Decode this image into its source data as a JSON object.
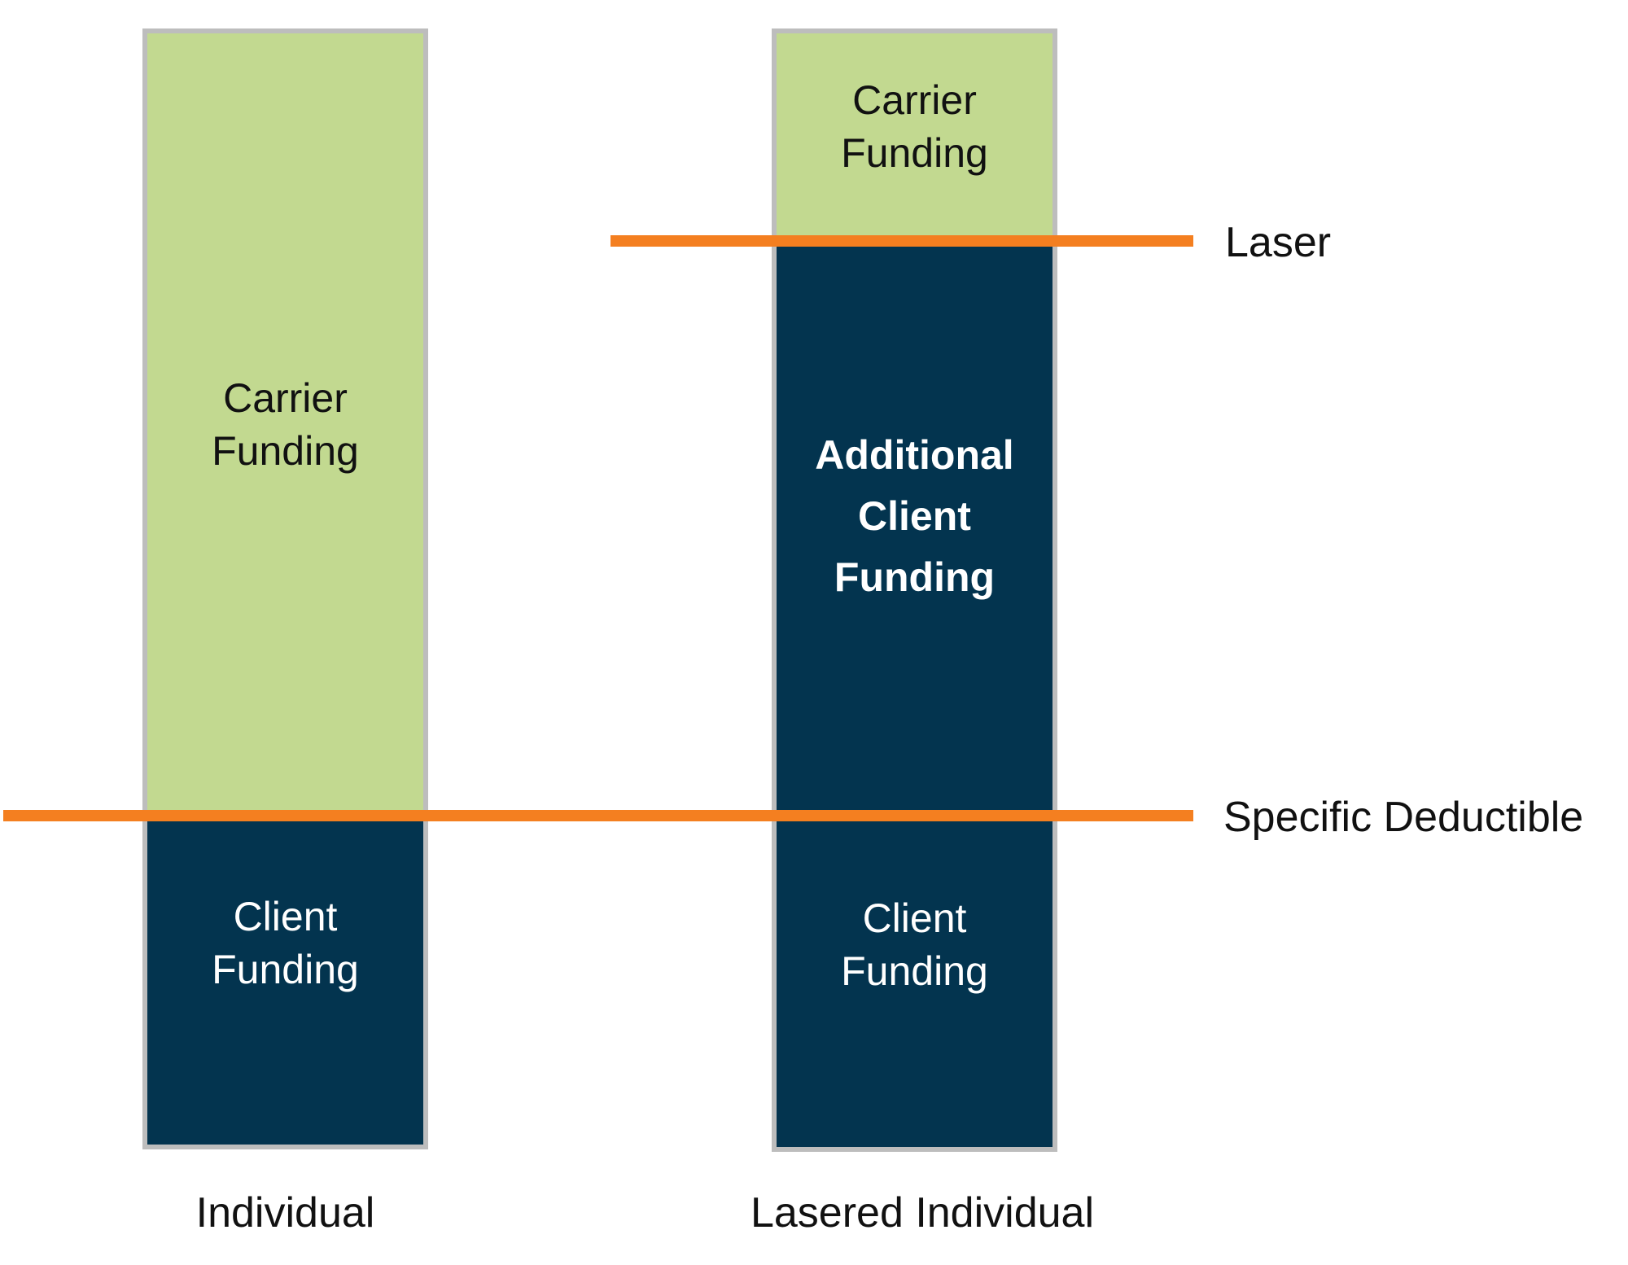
{
  "colors": {
    "carrier": "#c2d990",
    "client": "#03344f",
    "threshold_line": "#f47f20",
    "bar_border": "#bdbdbd"
  },
  "bars": [
    {
      "label": "Individual",
      "segments": [
        {
          "name": "carrier",
          "line1": "Carrier",
          "line2": "Funding"
        },
        {
          "name": "client",
          "line1": "Client",
          "line2": "Funding"
        }
      ]
    },
    {
      "label": "Lasered Individual",
      "segments": [
        {
          "name": "carrier",
          "line1": "Carrier",
          "line2": "Funding"
        },
        {
          "name": "additional",
          "line1": "Additional",
          "line2": "Client",
          "line3": "Funding"
        },
        {
          "name": "client",
          "line1": "Client",
          "line2": "Funding"
        }
      ]
    }
  ],
  "lines": {
    "laser": "Laser",
    "specific_deductible": "Specific Deductible"
  }
}
